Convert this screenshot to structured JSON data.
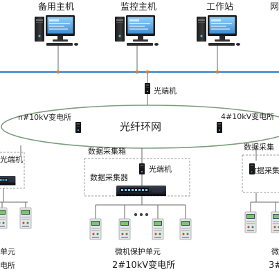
{
  "hosts": {
    "backup": "备用主机",
    "monitor": "监控主机",
    "workstation": "工作站",
    "partial": "网"
  },
  "fiber_switch_top": "光端机",
  "ring": {
    "title": "光纤环网",
    "left_station": "n#10kV变电所",
    "right_station": "4#10kV变电所"
  },
  "left_panel": {
    "fiber_switch": "光端机",
    "unit_partial": "单元",
    "station_partial": "电所"
  },
  "center_panel": {
    "box_title": "数据采集箱",
    "collector": "数据采集器",
    "fiber_switch": "光端机",
    "unit_label": "微机保护单元",
    "station_label": "2#10kV变电所"
  },
  "right_panel": {
    "box_title": "数据采集",
    "collector": "数据采集",
    "unit_partial": "微",
    "station_partial": "3#"
  },
  "colors": {
    "lan_line": "#2e7fc9",
    "ring_stroke": "#6f8f6f",
    "wire": "#666666",
    "junction": "#e07d2a"
  },
  "icons": {
    "computer": "desktop-computer-icon",
    "switch": "fiber-switch-icon",
    "collector": "rack-data-collector-icon",
    "relay": "protection-relay-icon"
  }
}
